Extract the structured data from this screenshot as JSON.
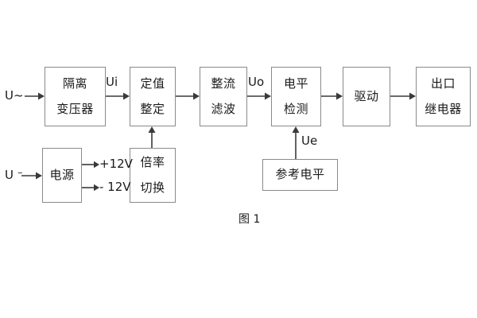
{
  "figure": {
    "caption": "图 1",
    "background_color": "#ffffff",
    "box_border_color": "#8a8a8a",
    "wire_color": "#3a3a3a",
    "text_color": "#1a1a1a"
  },
  "blocks": [
    {
      "id": "isolation-transformer",
      "line1": "隔离",
      "line2": "变压器"
    },
    {
      "id": "setting-value",
      "line1": "定值",
      "line2": "整定"
    },
    {
      "id": "rectify-filter",
      "line1": "整流",
      "line2": "滤波"
    },
    {
      "id": "level-detection",
      "line1": "电平",
      "line2": "检测"
    },
    {
      "id": "drive",
      "line1": "驱动",
      "line2": ""
    },
    {
      "id": "output-relay",
      "line1": "出口",
      "line2": "继电器"
    },
    {
      "id": "power-supply",
      "line1": "电源",
      "line2": ""
    },
    {
      "id": "multiplier-switch",
      "line1": "倍率",
      "line2": "切换"
    },
    {
      "id": "reference-level",
      "line1": "参考电平",
      "line2": ""
    }
  ],
  "labels": {
    "input_ac": "U~",
    "input_power": "U",
    "ui": "Ui",
    "uo": "Uo",
    "ue": "Ue",
    "plus12v": "+12V",
    "minus12v": "- 12V"
  }
}
